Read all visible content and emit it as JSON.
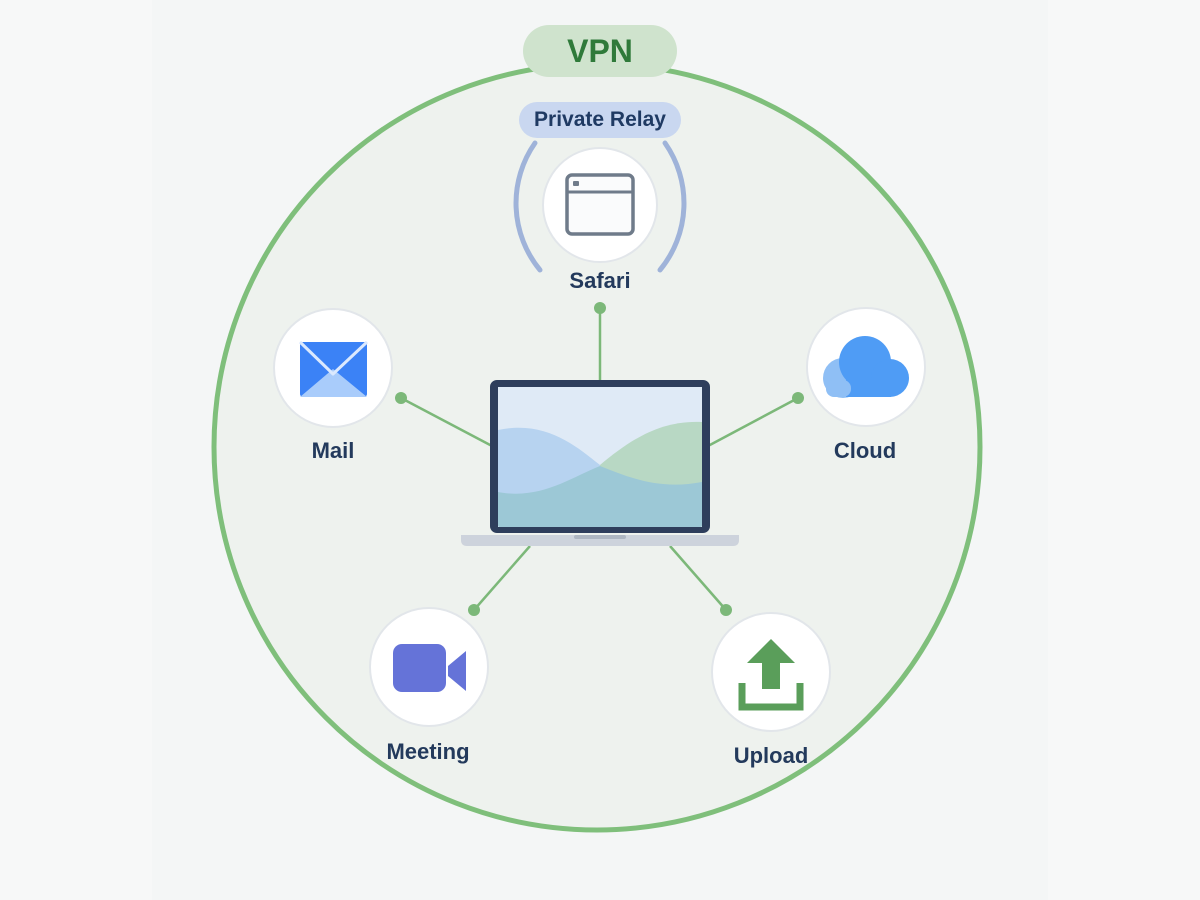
{
  "vpn": {
    "label": "VPN"
  },
  "private_relay": {
    "label": "Private Relay"
  },
  "nodes": {
    "safari": {
      "label": "Safari",
      "icon": "browser-window-icon"
    },
    "mail": {
      "label": "Mail",
      "icon": "envelope-icon"
    },
    "cloud": {
      "label": "Cloud",
      "icon": "cloud-icon"
    },
    "meeting": {
      "label": "Meeting",
      "icon": "video-camera-icon"
    },
    "upload": {
      "label": "Upload",
      "icon": "upload-arrow-icon"
    }
  },
  "center": {
    "icon": "laptop-icon"
  },
  "colors": {
    "vpn_ring": "#7fbf7b",
    "vpn_fill": "#eef2ee",
    "connector": "#7cb879",
    "relay_arc": "#9fb3d9",
    "label_text": "#233a5c",
    "mail_blue": "#3b82f6",
    "cloud_blue": "#4f9cf5",
    "meeting_purple": "#6573d8",
    "upload_green": "#5a9e5a"
  }
}
